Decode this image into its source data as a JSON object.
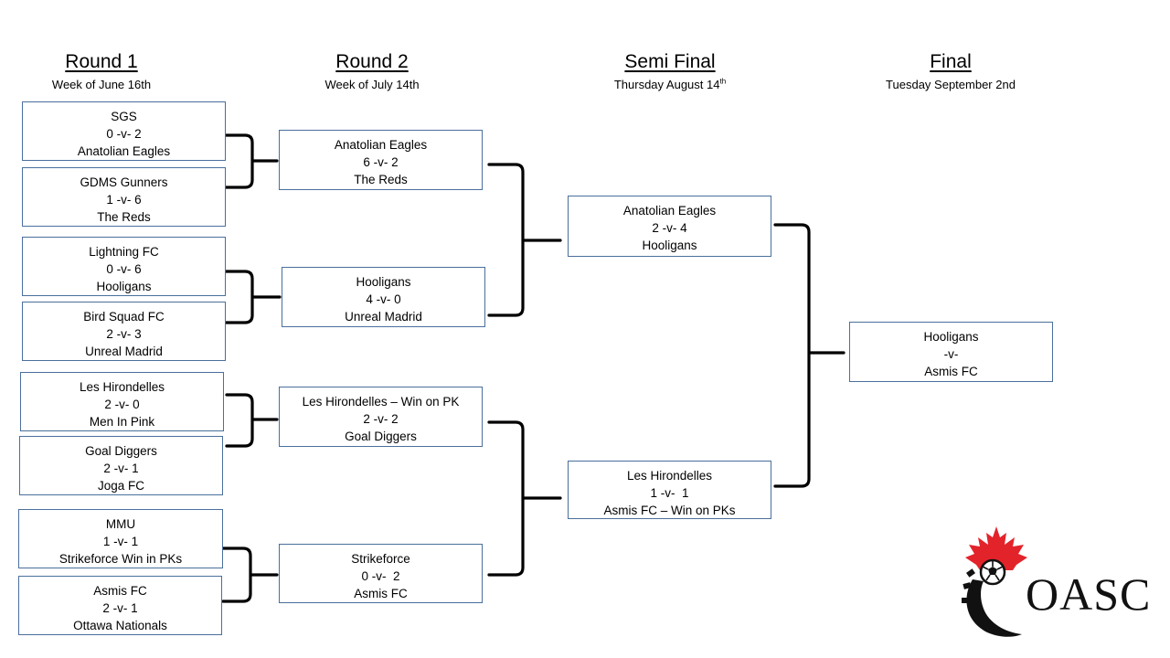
{
  "columns": [
    {
      "title": "Round 1",
      "subtitle": "Week of June 16th"
    },
    {
      "title": "Round 2",
      "subtitle": "Week of July 14th"
    },
    {
      "title": "Semi Final",
      "subtitle_main": "Thursday August 14",
      "subtitle_sup": "th"
    },
    {
      "title": "Final",
      "subtitle": "Tuesday September 2nd"
    }
  ],
  "round1": [
    {
      "team1": "SGS",
      "score": "0 -v- 2",
      "team2": "Anatolian Eagles"
    },
    {
      "team1": "GDMS Gunners",
      "score": "1 -v- 6",
      "team2": "The Reds"
    },
    {
      "team1": "Lightning FC",
      "score": "0 -v- 6",
      "team2": "Hooligans"
    },
    {
      "team1": "Bird Squad FC",
      "score": "2 -v- 3",
      "team2": "Unreal Madrid"
    },
    {
      "team1": "Les Hirondelles",
      "score": "2 -v- 0",
      "team2": "Men In Pink"
    },
    {
      "team1": "Goal Diggers",
      "score": "2 -v- 1",
      "team2": "Joga FC"
    },
    {
      "team1": "MMU",
      "score": "1 -v- 1",
      "team2": "Strikeforce Win in PKs"
    },
    {
      "team1": "Asmis FC",
      "score": "2 -v- 1",
      "team2": "Ottawa Nationals"
    }
  ],
  "round2": [
    {
      "team1": "Anatolian Eagles",
      "score": "6 -v- 2",
      "team2": "The Reds"
    },
    {
      "team1": "Hooligans",
      "score": "4 -v- 0",
      "team2": "Unreal Madrid"
    },
    {
      "team1": "Les Hirondelles – Win on PK",
      "score": "2 -v- 2",
      "team2": "Goal Diggers"
    },
    {
      "team1": "Strikeforce",
      "score": "0 -v-  2",
      "team2": "Asmis FC"
    }
  ],
  "semi": [
    {
      "team1": "Anatolian Eagles",
      "score": "2 -v- 4",
      "team2": "Hooligans"
    },
    {
      "team1": "Les Hirondelles",
      "score": "1 -v-  1",
      "team2": "Asmis FC – Win on PKs"
    }
  ],
  "final": {
    "team1": "Hooligans",
    "score": "-v-",
    "team2": "Asmis FC"
  },
  "logo": {
    "text": "OASC",
    "leaf_color": "#e3232a",
    "arc_color": "#111111"
  },
  "colors": {
    "box_border": "#4a6f9c",
    "bracket": "#000000"
  }
}
